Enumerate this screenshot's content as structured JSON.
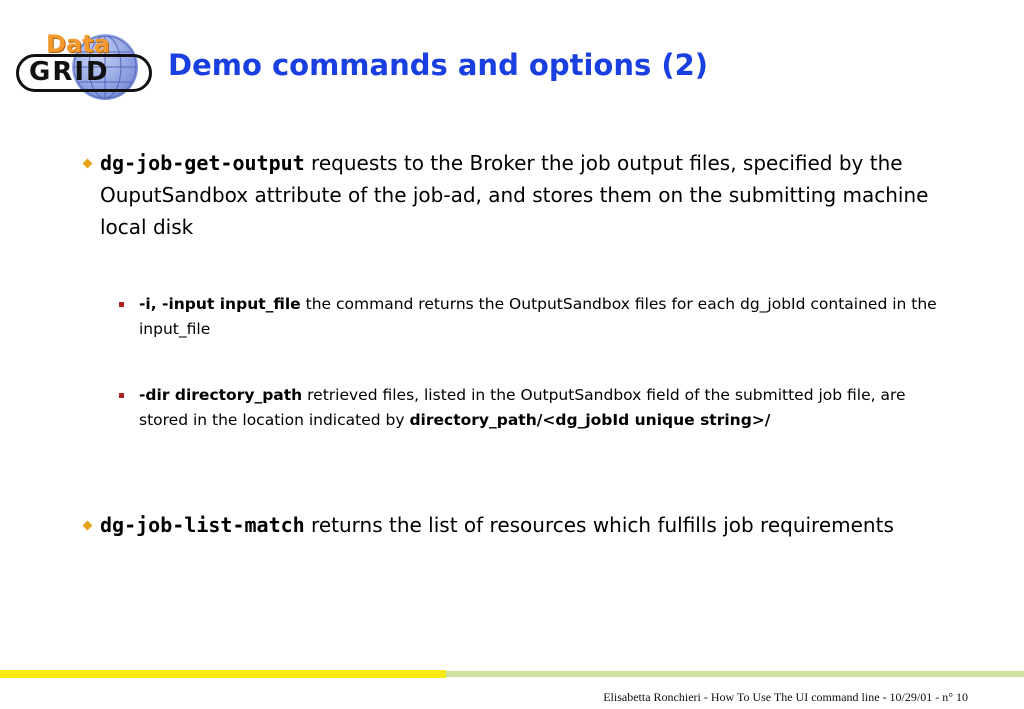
{
  "logo": {
    "data_text": "Data",
    "grid_text": "GRID"
  },
  "title": "Demo commands and options (2)",
  "bullets": [
    {
      "command": "dg-job-get-output",
      "text": " requests to the Broker the job output files, specified by the OuputSandbox attribute of the job-ad, and stores them on the submitting machine local disk",
      "sub": [
        {
          "option": "-i, -input input_file",
          "text": " the command returns the OutputSandbox files for each dg_jobId contained in the input_file",
          "tail": ""
        },
        {
          "option": "-dir directory_path",
          "text": " retrieved files, listed in the OutputSandbox field of the submitted job file, are stored in the location indicated by ",
          "tail": "directory_path/<dg_jobId unique string>/"
        }
      ]
    },
    {
      "command": "dg-job-list-match",
      "text": " returns the list of resources which fulfills job requirements"
    }
  ],
  "footer": "Elisabetta Ronchieri - How To Use The UI command line - 10/29/01 - n° 10",
  "colors": {
    "title": "#1a3fe0",
    "bullet_diamond": "#e8a21a",
    "sub_square": "#b12222",
    "bar_yellow": "#f7ea12",
    "bar_green": "#cfe0a0"
  }
}
